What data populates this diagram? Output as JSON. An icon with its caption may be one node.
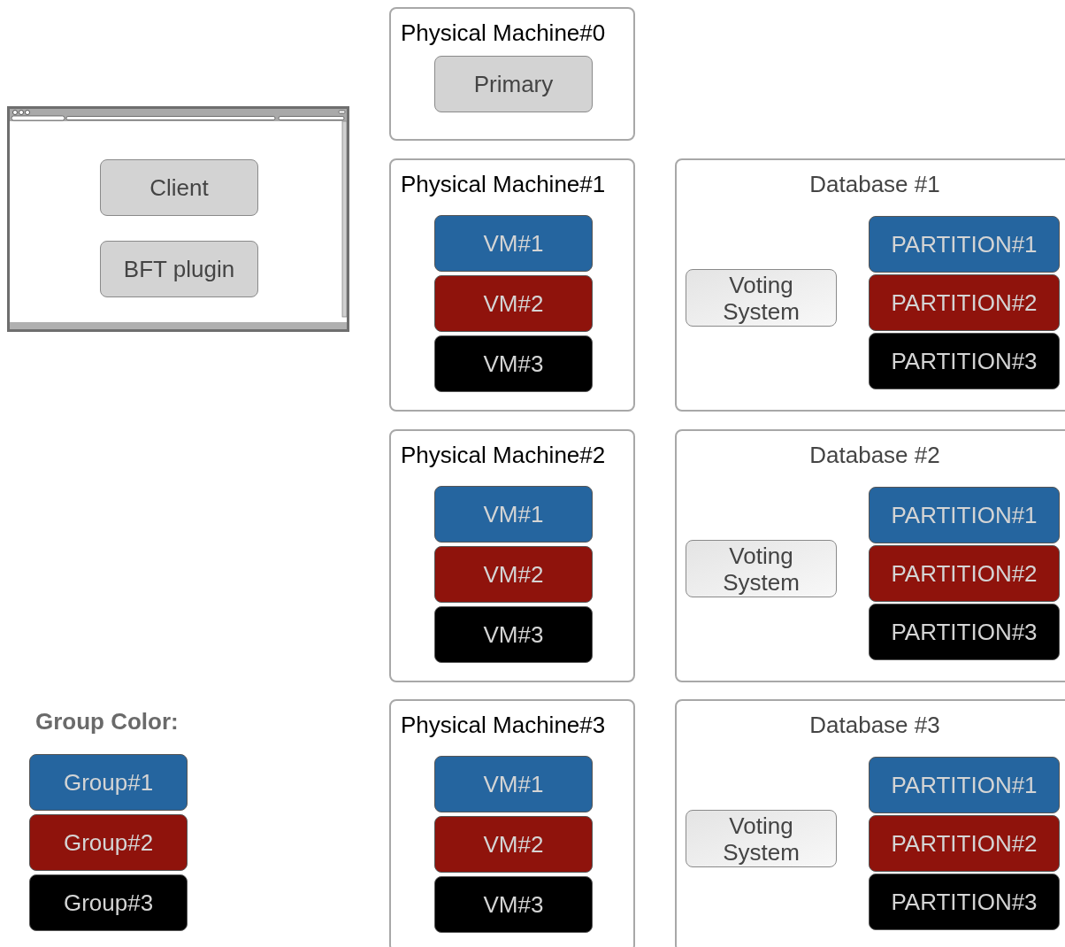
{
  "diagram": {
    "nodes": [
      {
        "text": [],
        "shape": "box"
      },
      {
        "text": [
          "Client"
        ],
        "in": 0
      },
      {
        "text": [
          "BFT plugin"
        ],
        "in": 0
      },
      {
        "text": [
          "Physical Machine#0"
        ]
      },
      {
        "text": [
          "Primary"
        ],
        "in": 3
      },
      {
        "text": [
          "Physical Machine#1"
        ]
      },
      {
        "text": [
          "VM#1"
        ],
        "in": 5
      },
      {
        "text": [
          "VM#2"
        ],
        "in": 5
      },
      {
        "text": [
          "VM#3"
        ],
        "in": 5
      },
      {
        "text": [
          "Database #1"
        ]
      },
      {
        "text": [
          "Voting System"
        ],
        "in": 9
      },
      {
        "text": [
          "PARTITION#1"
        ],
        "in": 9
      },
      {
        "text": [
          "PARTITION#2"
        ],
        "in": 9
      },
      {
        "text": [
          "PARTITION#3"
        ],
        "in": 9
      },
      {
        "text": [
          "Physical Machine#2"
        ]
      },
      {
        "text": [
          "VM#1"
        ],
        "in": 14
      },
      {
        "text": [
          "VM#2"
        ],
        "in": 14
      },
      {
        "text": [
          "VM#3"
        ],
        "in": 14
      },
      {
        "text": [
          "Database #2"
        ]
      },
      {
        "text": [
          "Voting System"
        ],
        "in": 18
      },
      {
        "text": [
          "PARTITION#1"
        ],
        "in": 18
      },
      {
        "text": [
          "PARTITION#2"
        ],
        "in": 18
      },
      {
        "text": [
          "PARTITION#3"
        ],
        "in": 18
      },
      {
        "text": [
          "Physical Machine#3"
        ]
      },
      {
        "text": [
          "VM#1"
        ],
        "in": 23
      },
      {
        "text": [
          "VM#2"
        ],
        "in": 23
      },
      {
        "text": [
          "VM#3"
        ],
        "in": 23
      },
      {
        "text": [
          "Database #3"
        ]
      },
      {
        "text": [
          "Voting System"
        ],
        "in": 27
      },
      {
        "text": [
          "PARTITION#1"
        ],
        "in": 27
      },
      {
        "text": [
          "PARTITION#2"
        ],
        "in": 27
      },
      {
        "text": [
          "PARTITION#3"
        ],
        "in": 27
      }
    ],
    "labels": [
      "Group Color:"
    ],
    "legend": [
      {
        "text": "Group#1",
        "color": "#25659f"
      },
      {
        "text": "Group#2",
        "color": "#8f130c"
      },
      {
        "text": "Group#3",
        "color": "#000000"
      }
    ]
  }
}
